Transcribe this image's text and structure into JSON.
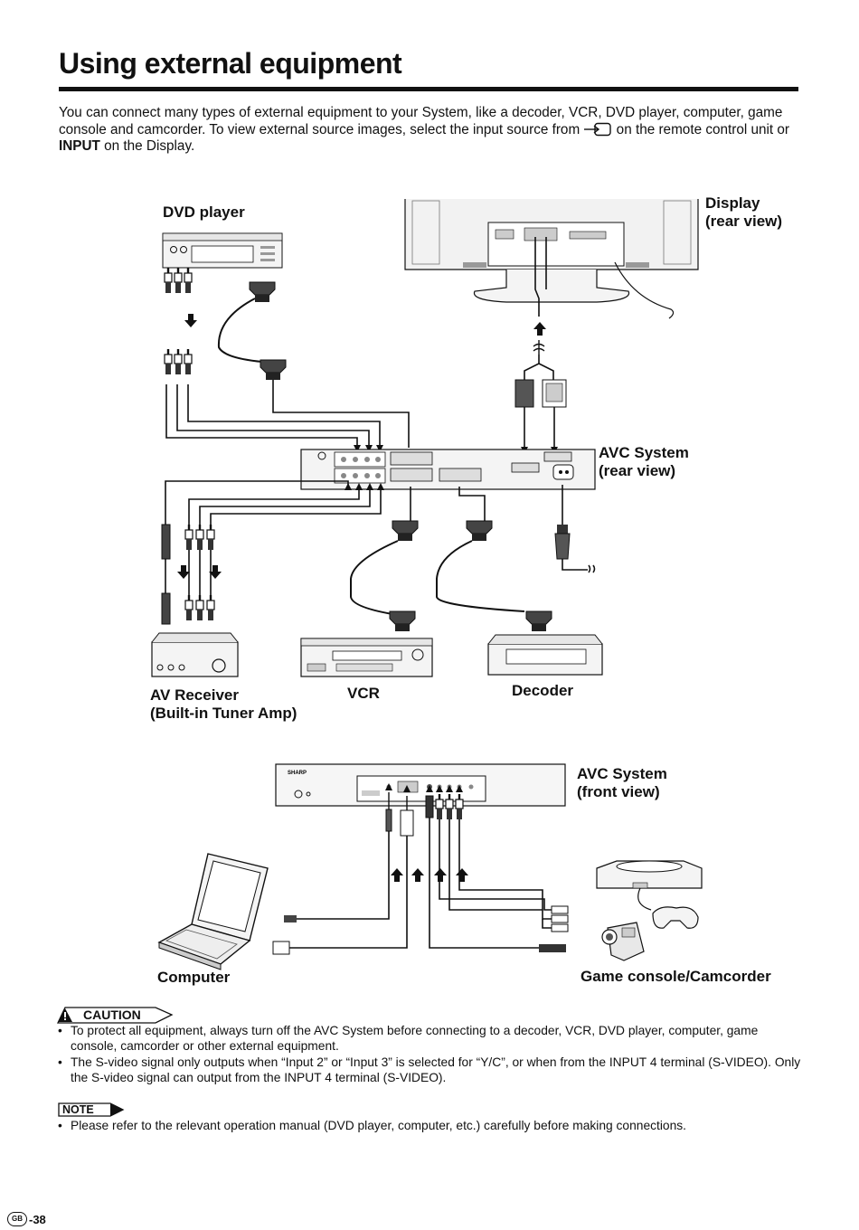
{
  "page": {
    "title": "Using external equipment",
    "intro_part1": "You can connect many types of external equipment to your System, like a decoder, VCR, DVD player, computer, game console and camcorder. To view external source images, select the input source from ",
    "intro_part2": " on the remote control unit or ",
    "intro_bold": "INPUT",
    "intro_part3": " on the Display."
  },
  "labels": {
    "dvd_player": "DVD player",
    "display": [
      "Display",
      "(rear view)"
    ],
    "avc_rear": [
      "AVC System",
      "(rear view)"
    ],
    "av_receiver": [
      "AV Receiver",
      "(Built-in Tuner Amp)"
    ],
    "vcr": "VCR",
    "decoder": "Decoder",
    "avc_front": [
      "AVC System",
      "(front view)"
    ],
    "computer": "Computer",
    "game_console": "Game console/Camcorder",
    "sharp_logo": "SHARP"
  },
  "caution": {
    "heading": "CAUTION",
    "items": [
      "To protect all equipment, always turn off the AVC System before connecting to a decoder, VCR, DVD player, computer, game console, camcorder or other external equipment.",
      "The S-video signal only outputs when “Input 2” or “Input 3” is selected for “Y/C”, or when from the INPUT 4 terminal (S-VIDEO). Only the S-video signal can output from the INPUT 4 terminal (S-VIDEO)."
    ]
  },
  "note": {
    "heading": "NOTE",
    "items": [
      "Please refer to the relevant operation manual (DVD player, computer, etc.) carefully before making connections."
    ]
  },
  "footer": {
    "region_badge": "GB",
    "page_number": "-38"
  },
  "icons": {
    "input_source": "input-source-icon",
    "warning": "warning-triangle-icon",
    "arrow": "arrow-icon"
  }
}
